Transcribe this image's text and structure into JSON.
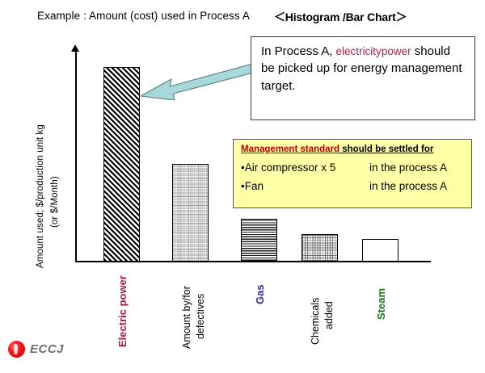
{
  "header": {
    "title_left": "Example : Amount (cost) used in Process A",
    "title_right": "＜Histogram /Bar Chart＞"
  },
  "chart_data": {
    "type": "bar",
    "title": "Example : Amount (cost) used in Process A",
    "xlabel": "",
    "ylabel_line1": "Amount used; $/production unit kg",
    "ylabel_line2": "(or $/Month)",
    "ylim": [
      0,
      100
    ],
    "grid": false,
    "legend": "none",
    "categories": [
      "Electric power",
      "Amount by/for defectives",
      "Gas",
      "Chemicals added",
      "Steam"
    ],
    "category_lines": [
      [
        "Electric power"
      ],
      [
        "Amount by/for",
        "defectives"
      ],
      [
        "Gas"
      ],
      [
        "Chemicals",
        "added"
      ],
      [
        "Steam"
      ]
    ],
    "values": [
      94,
      48,
      21,
      13,
      10
    ],
    "bar_fills": [
      "diagonal-hatch",
      "light-stipple",
      "dark-grid",
      "medium-dots",
      "empty"
    ],
    "label_colors": [
      "#b3123a",
      "#000000",
      "#2a2a9e",
      "#000000",
      "#1a7a1a"
    ],
    "label_bold": [
      true,
      false,
      true,
      false,
      true
    ]
  },
  "callout": {
    "text_part1": "In Process A, ",
    "highlight1": "electricity",
    "highlight2": "power",
    "text_part2": " should be picked up for energy management target.",
    "accent_color": "#b0224a"
  },
  "note_box": {
    "head_highlight": "Management standard",
    "head_rest": " should be settled for",
    "rows": [
      {
        "left": "•Air compressor x 5",
        "right": "in the process A"
      },
      {
        "left": "•Fan",
        "right": "in the process A"
      }
    ],
    "bg_color": "#ffffa8",
    "highlight_color": "#c00000"
  },
  "arrow": {
    "name": "left-pointing-arrow",
    "color": "#a8d8da"
  },
  "footer": {
    "logo_text": "ECCJ"
  }
}
